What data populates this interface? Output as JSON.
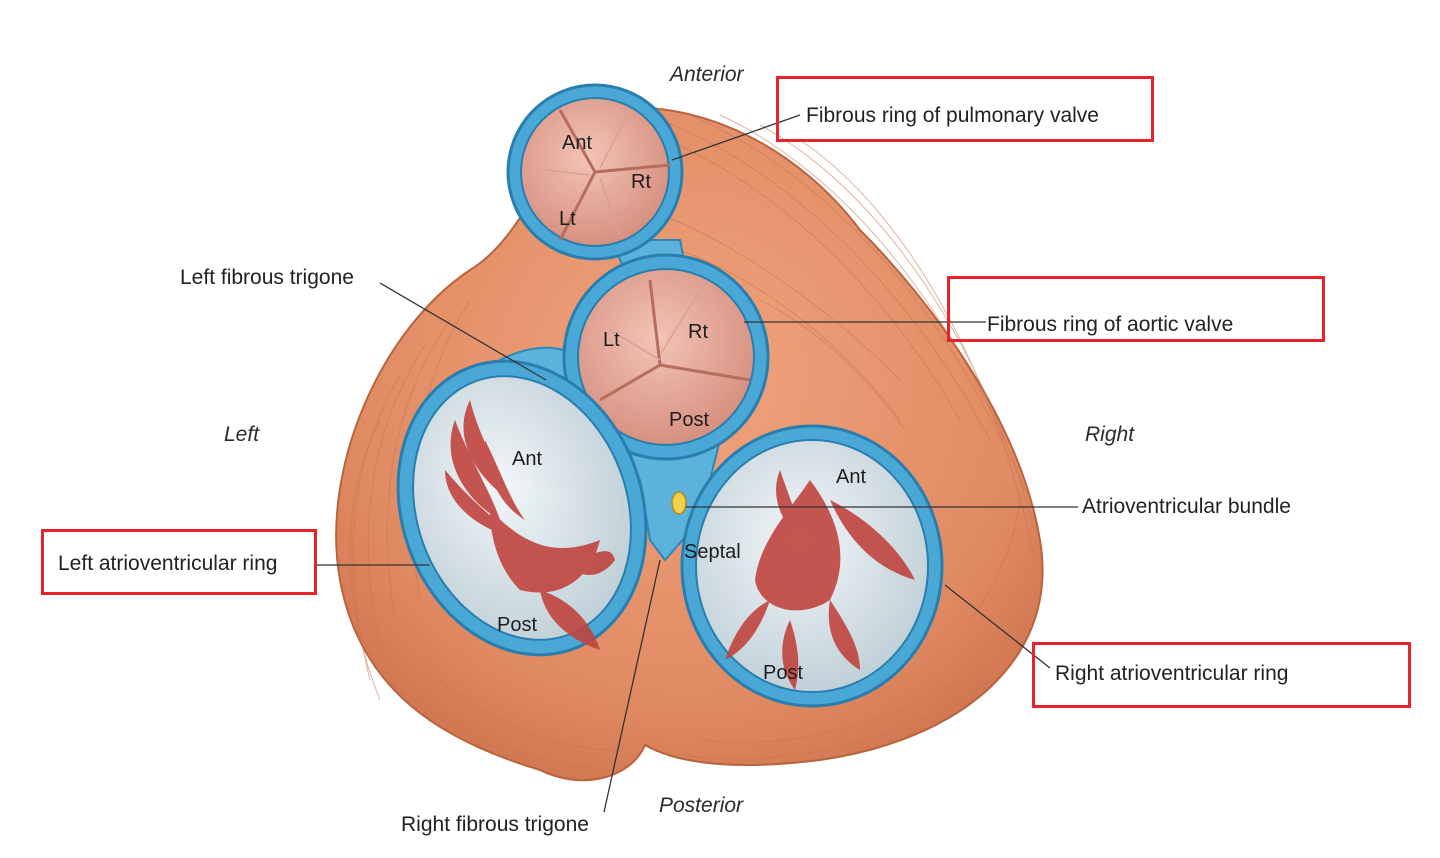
{
  "orientation": {
    "anterior": "Anterior",
    "posterior": "Posterior",
    "left": "Left",
    "right": "Right"
  },
  "labels": {
    "pulmonary_ring": "Fibrous ring of pulmonary valve",
    "aortic_ring": "Fibrous ring of aortic valve",
    "left_trigone": "Left fibrous trigone",
    "right_trigone": "Right fibrous trigone",
    "av_bundle": "Atrioventricular bundle",
    "left_av_ring": "Left atrioventricular ring",
    "right_av_ring": "Right atrioventricular ring"
  },
  "cusps": {
    "pulmonary": {
      "ant": "Ant",
      "rt": "Rt",
      "lt": "Lt"
    },
    "aortic": {
      "lt": "Lt",
      "rt": "Rt",
      "post": "Post"
    },
    "mitral": {
      "ant": "Ant",
      "post": "Post"
    },
    "tricuspid": {
      "ant": "Ant",
      "septal": "Septal",
      "post": "Post"
    }
  },
  "colors": {
    "muscle": "#e3906a",
    "fibrous": "#4aa8d6",
    "valve": "#e8a89a",
    "leaflet": "#c0443e",
    "highlight_box": "#e8232b"
  }
}
